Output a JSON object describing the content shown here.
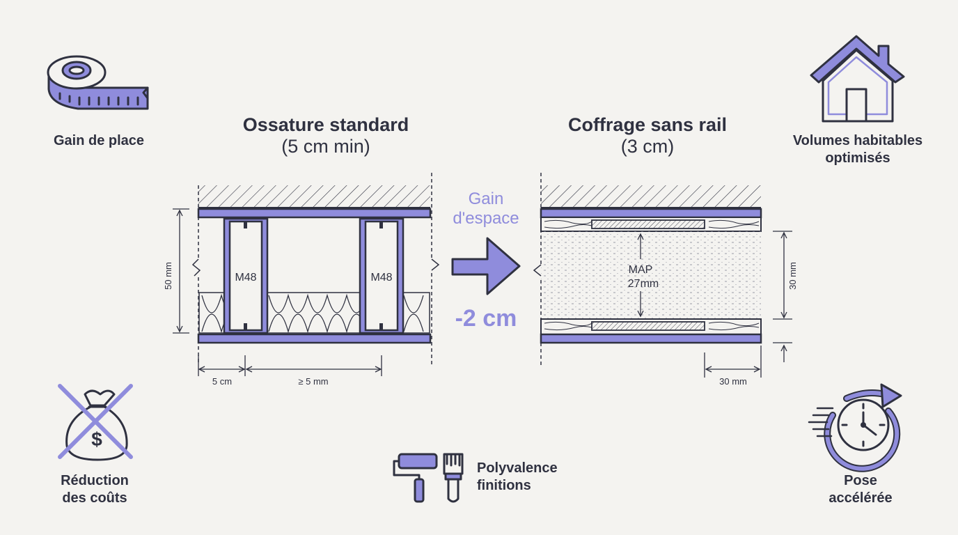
{
  "features": {
    "space_saving": "Gain de place",
    "living_volume": "Volumes habitables\noptimisés",
    "cost_reduction": "Réduction\ndes coûts",
    "finish_versatility": "Polyvalence\nfinitions",
    "fast_install": "Pose\naccélérée"
  },
  "standard": {
    "title": "Ossature standard",
    "subtitle": "(5 cm min)",
    "stud_left": "M48",
    "stud_right": "M48",
    "dim_height": "50 mm",
    "dim_bottom_left": "5 cm",
    "dim_bottom_right": "≥ 5 mm"
  },
  "sans_rail": {
    "title": "Coffrage sans rail",
    "subtitle": "(3 cm)",
    "map_label": "MAP",
    "map_value": "27mm",
    "dim_height": "30 mm",
    "dim_bottom": "30 mm"
  },
  "comparison": {
    "gain_label": "Gain\nd'espace",
    "delta": "-2 cm"
  },
  "colors": {
    "accent": "#8f8cdc",
    "ink": "#2f3140",
    "background": "#f4f3f0"
  }
}
